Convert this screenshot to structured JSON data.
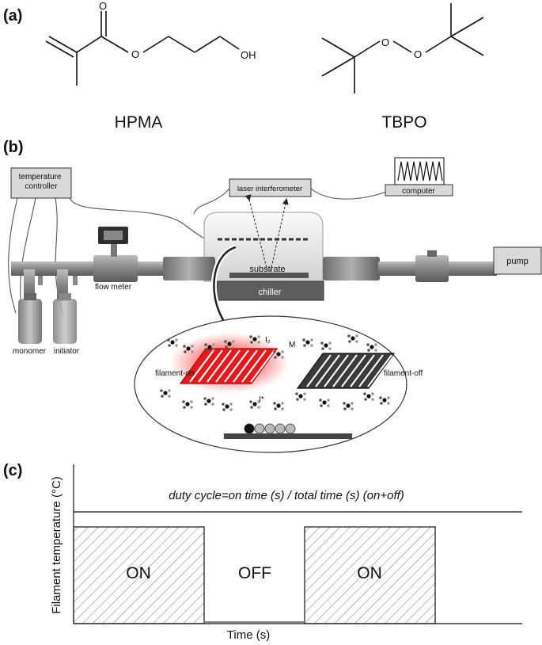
{
  "panels": {
    "a": "(a)",
    "b": "(b)",
    "c": "(c)"
  },
  "molecules": {
    "hpma": {
      "name": "HPMA",
      "oxygen_label": "O",
      "oxygen2_label": "O",
      "oh_label": "OH"
    },
    "tbpo": {
      "name": "TBPO",
      "o1": "O",
      "o2": "O"
    }
  },
  "apparatus": {
    "temperature_controller": "temperature\ncontroller",
    "laser_interferometer": "laser interferometer",
    "computer": "computer",
    "substrate": "substrate",
    "chiller": "chiller",
    "flow_meter": "flow meter",
    "pump": "pump",
    "monomer": "monomer",
    "initiator": "initiator"
  },
  "inset": {
    "filament_on": "filament-on",
    "filament_off": "filament-off",
    "i2": "I₂",
    "m": "M",
    "i_star": "I*"
  },
  "duty_chart": {
    "formula": "duty cycle=on time (s) / total time (s) (on+off)",
    "ylabel": "Filament temperature (°C)",
    "xlabel": "Time (s)",
    "labels": [
      "ON",
      "OFF",
      "ON"
    ]
  },
  "colors": {
    "filament_on": "#e8191c",
    "filament_off": "#3a3a3a",
    "box_fill": "#d9d9d9"
  }
}
